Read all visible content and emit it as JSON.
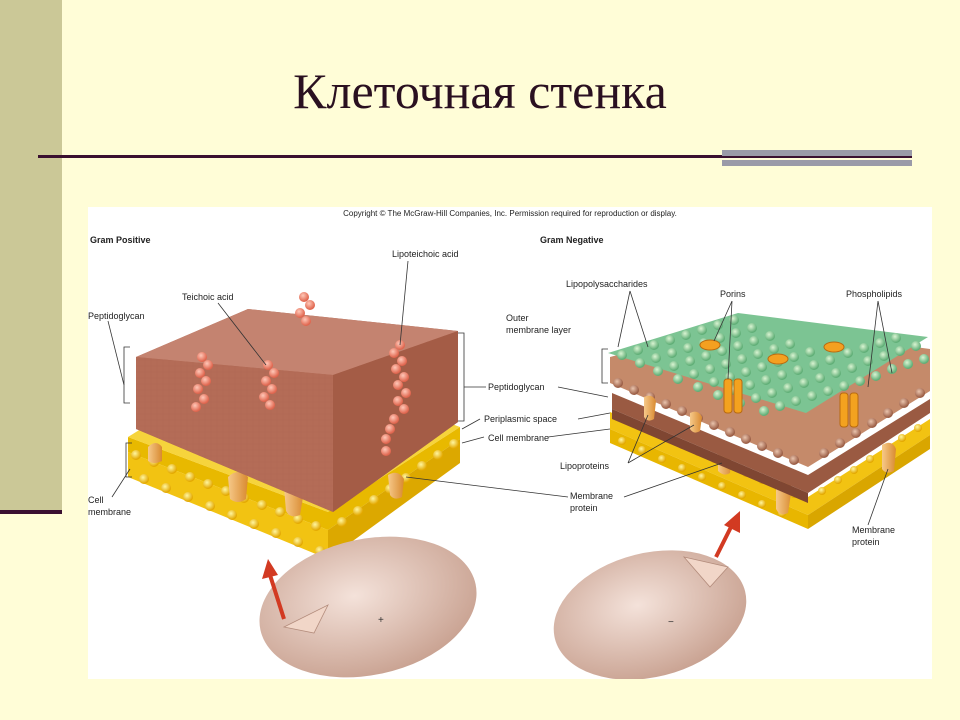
{
  "slide": {
    "title": "Клеточная стенка"
  },
  "figure": {
    "copyright": "Copyright © The McGraw-Hill Companies, Inc. Permission required for reproduction or display.",
    "gram_positive": {
      "heading": "Gram Positive",
      "labels": {
        "peptidoglycan": "Peptidoglycan",
        "teichoic_acid": "Teichoic acid",
        "lipoteichoic_acid": "Lipoteichoic acid",
        "cell_membrane_1": "Cell",
        "cell_membrane_2": "membrane",
        "charge": "+"
      }
    },
    "gram_negative": {
      "heading": "Gram Negative",
      "labels": {
        "lipopolysaccharides": "Lipopolysaccharides",
        "porins": "Porins",
        "phospholipids": "Phospholipids",
        "outer_membrane_1": "Outer",
        "outer_membrane_2": "membrane layer",
        "lipoproteins": "Lipoproteins",
        "membrane_protein_1": "Membrane",
        "membrane_protein_2": "protein",
        "charge": "−"
      }
    },
    "shared_labels": {
      "peptidoglycan": "Peptidoglycan",
      "periplasmic_space": "Periplasmic space",
      "cell_membrane": "Cell membrane",
      "membrane_protein_1": "Membrane",
      "membrane_protein_2": "protein"
    }
  }
}
